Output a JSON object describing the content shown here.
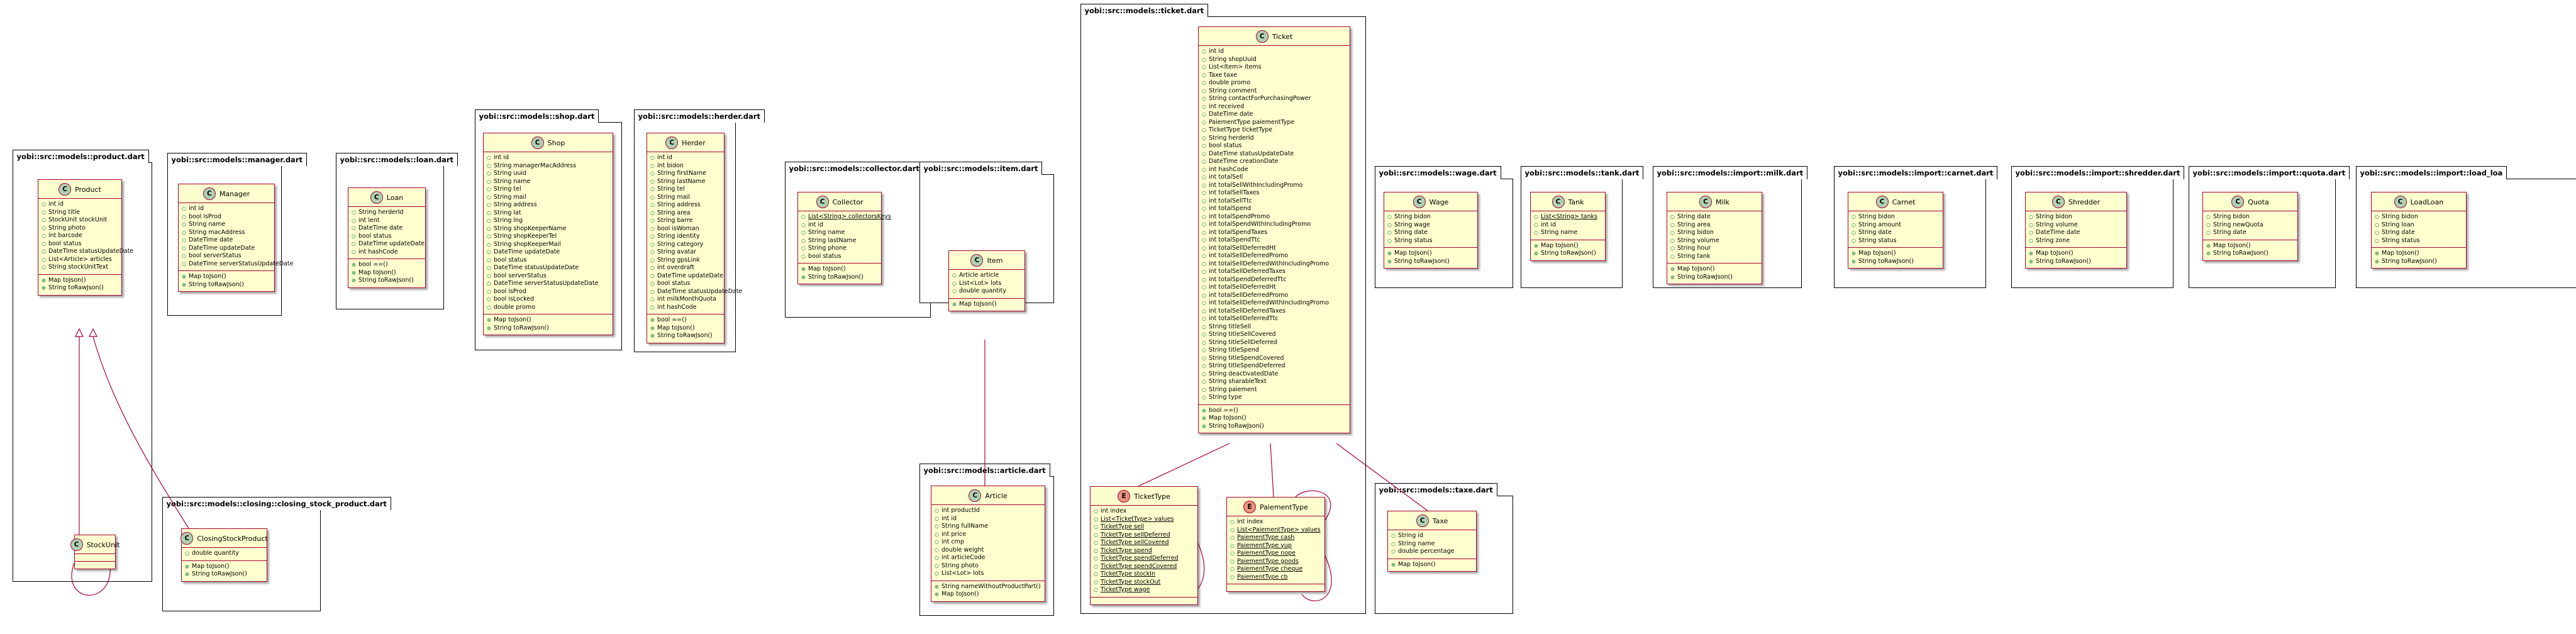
{
  "packages": [
    {
      "id": "product",
      "title": "yobi::src::models::product.dart"
    },
    {
      "id": "manager",
      "title": "yobi::src::models::manager.dart"
    },
    {
      "id": "loan",
      "title": "yobi::src::models::loan.dart"
    },
    {
      "id": "shop",
      "title": "yobi::src::models::shop.dart"
    },
    {
      "id": "herder",
      "title": "yobi::src::models::herder.dart"
    },
    {
      "id": "collector",
      "title": "yobi::src::models::collector.dart"
    },
    {
      "id": "item",
      "title": "yobi::src::models::item.dart"
    },
    {
      "id": "article",
      "title": "yobi::src::models::article.dart"
    },
    {
      "id": "ticket",
      "title": "yobi::src::models::ticket.dart"
    },
    {
      "id": "wage",
      "title": "yobi::src::models::wage.dart"
    },
    {
      "id": "tank",
      "title": "yobi::src::models::tank.dart"
    },
    {
      "id": "milk",
      "title": "yobi::src::models::import::milk.dart"
    },
    {
      "id": "carnet",
      "title": "yobi::src::models::import::carnet.dart"
    },
    {
      "id": "shredder",
      "title": "yobi::src::models::import::shredder.dart"
    },
    {
      "id": "quota",
      "title": "yobi::src::models::import::quota.dart"
    },
    {
      "id": "loadloan",
      "title": "yobi::src::models::import::load_loa"
    },
    {
      "id": "closing",
      "title": "yobi::src::models::closing::closing_stock_product.dart"
    },
    {
      "id": "taxe",
      "title": "yobi::src::models::taxe.dart"
    }
  ],
  "classes": [
    {
      "id": "Product",
      "name": "Product",
      "badge": "C",
      "fields": [
        "int id",
        "String title",
        "StockUnit stockUnit",
        "String photo",
        "int barcode",
        "bool status",
        "DateTime statusUpdateDate",
        "List<Article> articles",
        "String stockUnitText"
      ],
      "methods": [
        "Map toJson()",
        "String toRawJson()"
      ]
    },
    {
      "id": "StockUnit",
      "name": "StockUnit",
      "badge": "C",
      "fields": [],
      "methods": []
    },
    {
      "id": "Manager",
      "name": "Manager",
      "badge": "C",
      "fields": [
        "int id",
        "bool isProd",
        "String name",
        "String macAddress",
        "DateTime date",
        "DateTime updateDate",
        "bool serverStatus",
        "DateTime serverStatusUpdateDate"
      ],
      "methods": [
        "Map toJson()",
        "String toRawJson()"
      ]
    },
    {
      "id": "Loan",
      "name": "Loan",
      "badge": "C",
      "fields": [
        "String herderId",
        "int lent",
        "DateTime date",
        "bool status",
        "DateTime updateDate",
        "int hashCode"
      ],
      "methods": [
        "bool ==()",
        "Map toJson()",
        "String toRawJson()"
      ]
    },
    {
      "id": "Shop",
      "name": "Shop",
      "badge": "C",
      "fields": [
        "int id",
        "String managerMacAddress",
        "String uuid",
        "String name",
        "String tel",
        "String mail",
        "String address",
        "String lat",
        "String lng",
        "String shopKeeperName",
        "String shopKeeperTel",
        "String shopKeeperMail",
        "DateTime updateDate",
        "bool status",
        "DateTime statusUpdateDate",
        "bool serverStatus",
        "DateTime serverStatusUpdateDate",
        "bool isProd",
        "bool isLocked",
        "double promo"
      ],
      "methods": [
        "Map toJson()",
        "String toRawJson()"
      ]
    },
    {
      "id": "Herder",
      "name": "Herder",
      "badge": "C",
      "fields": [
        "int id",
        "int bidon",
        "String firstName",
        "String lastName",
        "String tel",
        "String mail",
        "String address",
        "String area",
        "String barre",
        "bool isWoman",
        "String identity",
        "String category",
        "String avatar",
        "String gpsLink",
        "int overdraft",
        "DateTime updateDate",
        "bool status",
        "DateTime statusUpdateDate",
        "int milkMonthQuota",
        "int hashCode"
      ],
      "methods": [
        "bool ==()",
        "Map toJson()",
        "String toRawJson()"
      ]
    },
    {
      "id": "Collector",
      "name": "Collector",
      "badge": "C",
      "fields": [
        "List<String> collectorsKeys",
        "int id",
        "String name",
        "String lastName",
        "String phone",
        "bool status"
      ],
      "staticFields": [
        "List<String> collectorsKeys"
      ],
      "methods": [
        "Map toJson()",
        "String toRawJson()"
      ]
    },
    {
      "id": "Item",
      "name": "Item",
      "badge": "C",
      "fields": [
        "Article article",
        "List<Lot> lots",
        "double quantity"
      ],
      "methods": [
        "Map toJson()"
      ]
    },
    {
      "id": "Article",
      "name": "Article",
      "badge": "C",
      "fields": [
        "int productId",
        "int id",
        "String fullName",
        "int price",
        "int cmp",
        "double weight",
        "int articleCode",
        "String photo",
        "List<Lot> lots"
      ],
      "methods": [
        "String nameWithoutProductPart()",
        "Map toJson()"
      ]
    },
    {
      "id": "Ticket",
      "name": "Ticket",
      "badge": "C",
      "fields": [
        "int id",
        "String shopUuid",
        "List<Item> items",
        "Taxe taxe",
        "double promo",
        "String comment",
        "String contactForPurchasingPower",
        "int received",
        "DateTime date",
        "PaiementType paiementType",
        "TicketType ticketType",
        "String herderId",
        "bool status",
        "DateTime statusUpdateDate",
        "DateTime creationDate",
        "int hashCode",
        "int totalSell",
        "int totalSellWithIncludingPromo",
        "int totalSellTaxes",
        "int totalSellTtc",
        "int totalSpend",
        "int totalSpendPromo",
        "int totalSpendWithIncludingPromo",
        "int totalSpendTaxes",
        "int totalSpendTtc",
        "int totalSellDeferredHt",
        "int totalSellDeferredPromo",
        "int totalSellDeferredWithIncludingPromo",
        "int totalSellDeferredTaxes",
        "int totalSpendDeferredTtc",
        "int totalSellDeferredHt",
        "int totalSellDeferredPromo",
        "int totalSellDeferredWithIncludingPromo",
        "int totalSellDeferredTaxes",
        "int totalSellDeferredTtc",
        "String titleSell",
        "String titleSellCovered",
        "String titleSellDeferred",
        "String titleSpend",
        "String titleSpendCovered",
        "String titleSpendDeferred",
        "String deactivatedDate",
        "String sharableText",
        "String paiement",
        "String type"
      ],
      "methods": [
        "bool ==()",
        "Map toJson()",
        "String toRawJson()"
      ]
    },
    {
      "id": "TicketType",
      "name": "TicketType",
      "badge": "E",
      "fields": [
        "int index",
        "List<TicketType> values",
        "TicketType sell",
        "TicketType sellDeferred",
        "TicketType sellCovered",
        "TicketType spend",
        "TicketType spendDeferred",
        "TicketType spendCovered",
        "TicketType stockIn",
        "TicketType stockOut",
        "TicketType wage"
      ],
      "staticFields": [
        "List<TicketType> values",
        "TicketType sell",
        "TicketType sellDeferred",
        "TicketType sellCovered",
        "TicketType spend",
        "TicketType spendDeferred",
        "TicketType spendCovered",
        "TicketType stockIn",
        "TicketType stockOut",
        "TicketType wage"
      ],
      "methods": []
    },
    {
      "id": "PaiementType",
      "name": "PaiementType",
      "badge": "E",
      "fields": [
        "int index",
        "List<PaiementType> values",
        "PaiementType cash",
        "PaiementType yup",
        "PaiementType nope",
        "PaiementType goods",
        "PaiementType cheque",
        "PaiementType cb"
      ],
      "staticFields": [
        "List<PaiementType> values",
        "PaiementType cash",
        "PaiementType yup",
        "PaiementType nope",
        "PaiementType goods",
        "PaiementType cheque",
        "PaiementType cb"
      ],
      "methods": []
    },
    {
      "id": "Wage",
      "name": "Wage",
      "badge": "C",
      "fields": [
        "String bidon",
        "String wage",
        "String date",
        "String status"
      ],
      "methods": [
        "Map toJson()",
        "String toRawJson()"
      ]
    },
    {
      "id": "Tank",
      "name": "Tank",
      "badge": "C",
      "fields": [
        "List<String> tanks",
        "int id",
        "String name"
      ],
      "staticFields": [
        "List<String> tanks"
      ],
      "methods": [
        "Map toJson()",
        "String toRawJson()"
      ]
    },
    {
      "id": "Milk",
      "name": "Milk",
      "badge": "C",
      "fields": [
        "String date",
        "String area",
        "String bidon",
        "String volume",
        "String hour",
        "String tank"
      ],
      "methods": [
        "Map toJson()",
        "String toRawJson()"
      ]
    },
    {
      "id": "Carnet",
      "name": "Carnet",
      "badge": "C",
      "fields": [
        "String bidon",
        "String amount",
        "String date",
        "String status"
      ],
      "methods": [
        "Map toJson()",
        "String toRawJson()"
      ]
    },
    {
      "id": "Shredder",
      "name": "Shredder",
      "badge": "C",
      "fields": [
        "String bidon",
        "String volume",
        "DateTime date",
        "String zone"
      ],
      "methods": [
        "Map toJson()",
        "String toRawJson()"
      ]
    },
    {
      "id": "Quota",
      "name": "Quota",
      "badge": "C",
      "fields": [
        "String bidon",
        "String newQuota",
        "String date"
      ],
      "methods": [
        "Map toJson()",
        "String toRawJson()"
      ]
    },
    {
      "id": "LoadLoan",
      "name": "LoadLoan",
      "badge": "C",
      "fields": [
        "String bidon",
        "String loan",
        "String date",
        "String status"
      ],
      "methods": [
        "Map toJson()",
        "String toRawJson()"
      ]
    },
    {
      "id": "ClosingStockProduct",
      "name": "ClosingStockProduct",
      "badge": "C",
      "fields": [
        "double quantity"
      ],
      "methods": [
        "Map toJson()",
        "String toRawJson()"
      ]
    },
    {
      "id": "Taxe",
      "name": "Taxe",
      "badge": "C",
      "fields": [
        "String id",
        "String name",
        "double percentage"
      ],
      "methods": [
        "Map toJson()"
      ]
    }
  ],
  "colors": {
    "class_fill": "#FEFECE",
    "class_border": "#A80036",
    "badge_class": "#ADD1B2",
    "badge_enum": "#EB937F",
    "relation": "#A80036",
    "field_vis": "#038048",
    "method_vis": "#84BE84"
  }
}
